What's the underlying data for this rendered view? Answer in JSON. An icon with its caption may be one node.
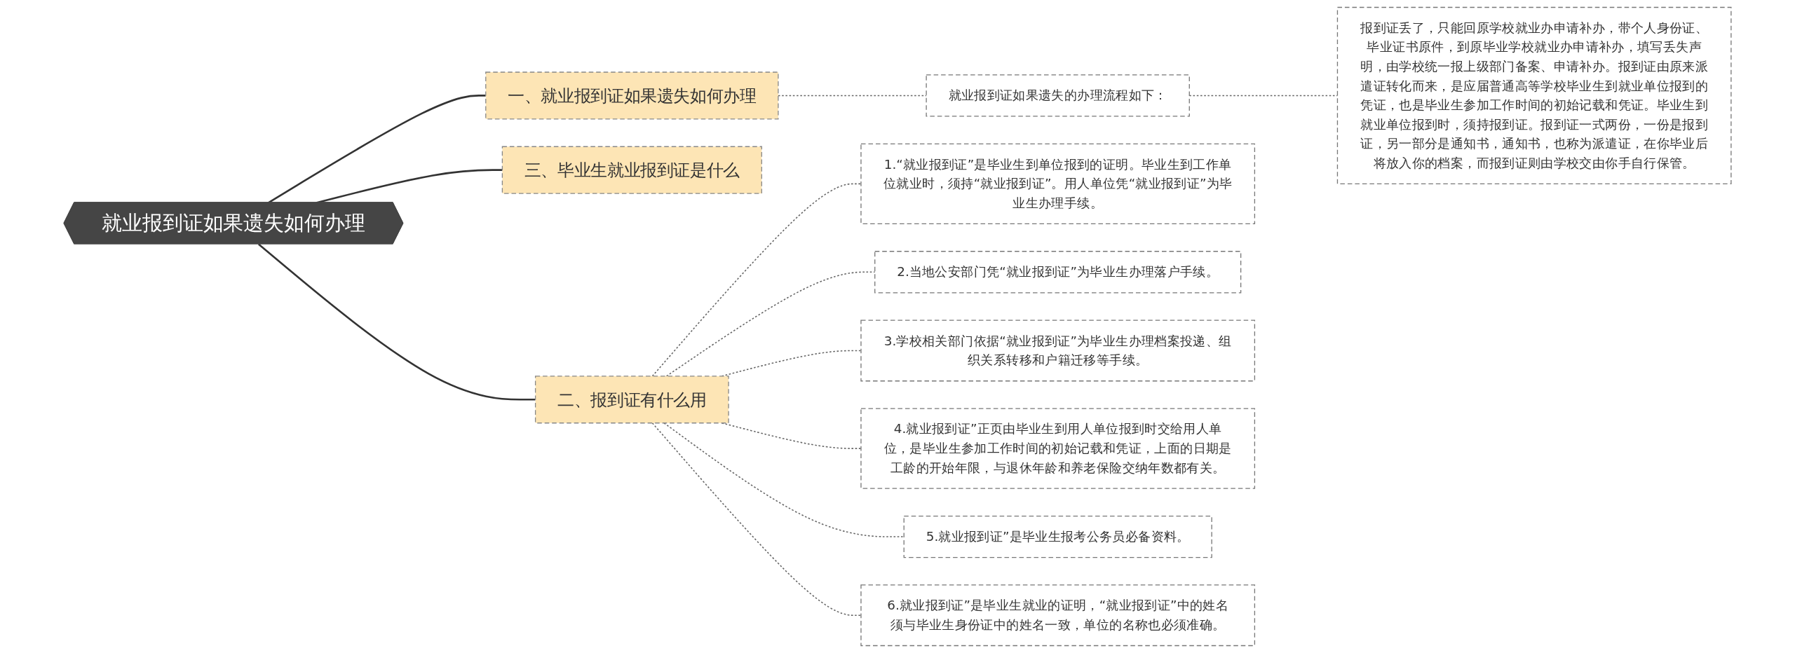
{
  "diagram": {
    "nodes": [
      {
        "text": [
          "就业报到证如果遗失如何办理"
        ]
      },
      {
        "text": [
          "一、就业报到证如果遗失如何办理"
        ]
      },
      {
        "text": [
          "就业报到证如果遗失的办理流程如下："
        ]
      },
      {
        "text": [
          "报到证丢了，只能回原学校就业办申请补办，带个人身份证、毕业证书原件，到原毕业学校就业办申请补办，填写丢失声明，由学校统一报上级部门备案、申请补办。报到证由原来派遣证转化而来，是应届普通高等学校毕业生到就业单位报到的凭证，也是毕业生参加工作时间的初始记载和凭证。毕业生到就业单位报到时，须持报到证。报到证一式两份，一份是报到证，另一部分是通知书，通知书，也称为派遣证，在你毕业后将放入你的档案，而报到证则由学校交由你手自行保管。"
        ]
      },
      {
        "text": [
          "三、毕业生就业报到证是什么"
        ]
      },
      {
        "text": [
          "二、报到证有什么用"
        ]
      },
      {
        "text": [
          "1.“就业报到证”是毕业生到单位报到的证明。毕业生到工作单位就业时，须持“就业报到证”。用人单位凭“就业报到证”为毕业生办理手续。"
        ]
      },
      {
        "text": [
          "2.当地公安部门凭“就业报到证”为毕业生办理落户手续。"
        ]
      },
      {
        "text": [
          "3.学校相关部门依据“就业报到证”为毕业生办理档案投递、组织关系转移和户籍迁移等手续。"
        ]
      },
      {
        "text": [
          "4.就业报到证”正页由毕业生到用人单位报到时交给用人单位，是毕业生参加工作时间的初始记载和凭证，上面的日期是工龄的开始年限，与退休年龄和养老保险交纳年数都有关。"
        ]
      },
      {
        "text": [
          "5.就业报到证”是毕业生报考公务员必备资料。"
        ]
      },
      {
        "text": [
          "6.就业报到证”是毕业生就业的证明，“就业报到证”中的姓名须与毕业生身份证中的姓名一致，单位的名称也必须准确。"
        ]
      }
    ],
    "edges": [
      {
        "from": 0,
        "to": 1,
        "arrow": "none"
      },
      {
        "from": 1,
        "to": 2,
        "arrow": "none",
        "style": "dashed"
      },
      {
        "from": 2,
        "to": 3,
        "arrow": "none",
        "style": "dashed"
      },
      {
        "from": 0,
        "to": 4,
        "arrow": "none"
      },
      {
        "from": 0,
        "to": 5,
        "arrow": "none"
      },
      {
        "from": 5,
        "to": 6,
        "arrow": "none",
        "style": "dashed"
      },
      {
        "from": 5,
        "to": 7,
        "arrow": "none",
        "style": "dashed"
      },
      {
        "from": 5,
        "to": 8,
        "arrow": "none",
        "style": "dashed"
      },
      {
        "from": 5,
        "to": 9,
        "arrow": "none",
        "style": "dashed"
      },
      {
        "from": 5,
        "to": 10,
        "arrow": "none",
        "style": "dashed"
      },
      {
        "from": 5,
        "to": 11,
        "arrow": "none",
        "style": "dashed"
      }
    ]
  }
}
